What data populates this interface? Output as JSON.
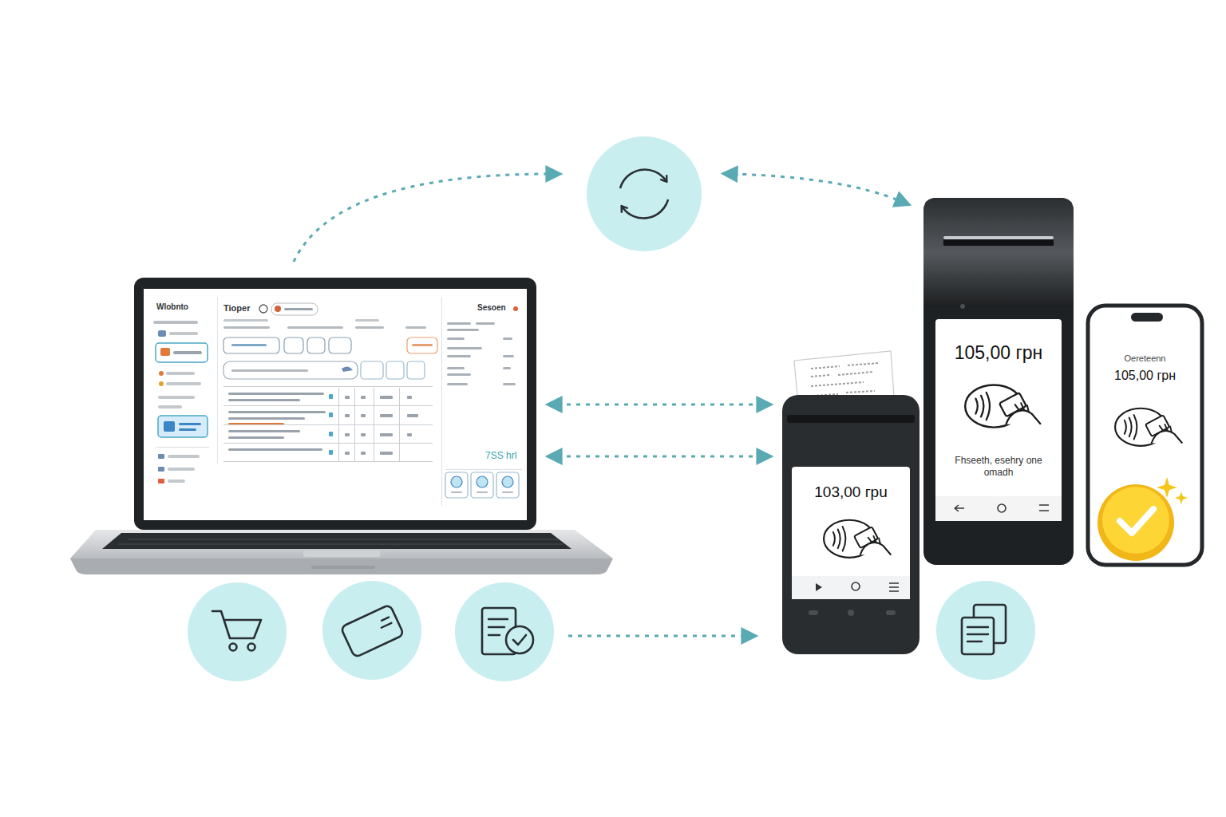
{
  "diagram": {
    "nodes": [
      {
        "text": [
          "Wlobnto",
          "Tioper",
          "Sesoen",
          "7SS hrl"
        ]
      },
      {
        "text": [
          "103,00 грu"
        ]
      },
      {
        "text": [
          "105,00 грн",
          "Fhseeth, esehry one omadh"
        ]
      },
      {
        "text": [
          "Oereteenn",
          "105,00 грн"
        ]
      }
    ],
    "edges": [
      {
        "from": 0,
        "to": 1,
        "arrow": "both"
      },
      {
        "from": 0,
        "to": 1,
        "arrow": "both"
      }
    ]
  }
}
